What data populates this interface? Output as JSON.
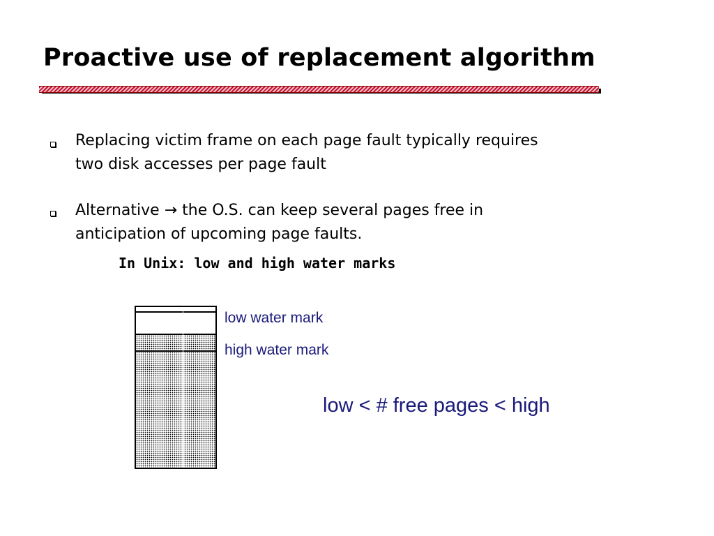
{
  "slide": {
    "title": "Proactive use of replacement algorithm",
    "bullets": [
      {
        "line1": "Replacing victim frame on each page fault typically requires",
        "line2": "two disk accesses per page fault"
      },
      {
        "line1_prefix": "Alternative ",
        "arrow": "→",
        "line1_suffix": " the O.S. can keep several pages free in",
        "line2": "anticipation of upcoming page faults."
      }
    ],
    "sub_note": "In Unix: low and high water marks",
    "diagram": {
      "low_label": "low water mark",
      "high_label": "high water mark"
    },
    "formula": "low < # free pages < high",
    "colors": {
      "text": "#000000",
      "label_blue": "#1a1a7a",
      "rule_red": "#c8102e"
    }
  }
}
